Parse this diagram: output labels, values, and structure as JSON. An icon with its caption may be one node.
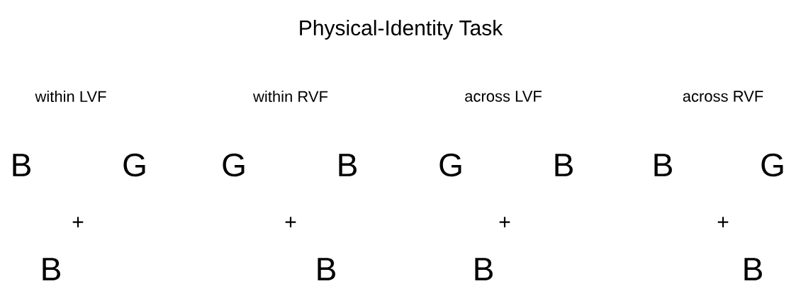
{
  "diagram": {
    "title": "Physical-Identity Task",
    "labels": [
      "within LVF",
      "within RVF",
      "across LVF",
      "across RVF",
      "B",
      "G",
      "G",
      "B",
      "G",
      "B",
      "B",
      "G",
      "+",
      "+",
      "+",
      "+",
      "B",
      "B",
      "B",
      "B"
    ]
  }
}
